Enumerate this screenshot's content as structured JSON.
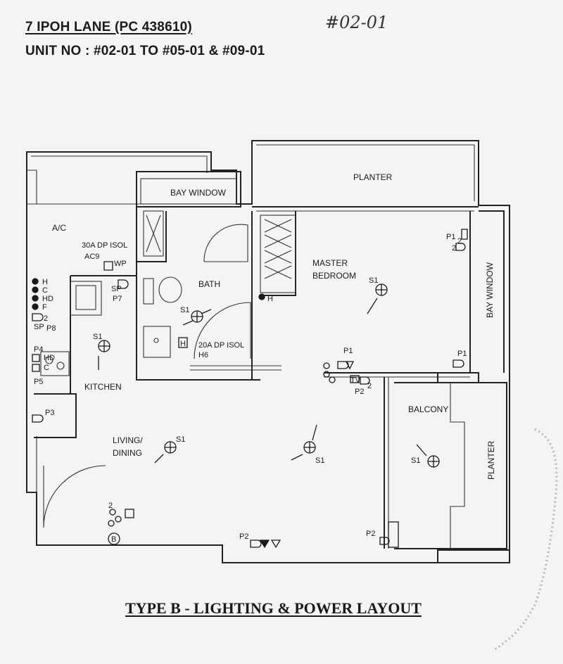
{
  "header": {
    "address": "7 IPOH LANE (PC 438610)",
    "units": "UNIT NO : #02-01 TO #05-01 & #09-01",
    "handwritten": "#02-01"
  },
  "rooms": {
    "bay_window_top": "BAY WINDOW",
    "planter_top": "PLANTER",
    "ac": "A/C",
    "bath": "BATH",
    "master_bedroom_1": "MASTER",
    "master_bedroom_2": "BEDROOM",
    "bay_window_right": "BAY WINDOW",
    "kitchen": "KITCHEN",
    "living_1": "LIVING/",
    "living_2": "DINING",
    "balcony": "BALCONY",
    "planter_right": "PLANTER"
  },
  "annotations": {
    "ac_isol_1": "30A DP ISOL",
    "ac_isol_2": "AC9",
    "wp": "WP",
    "isol_20a_1": "20A DP ISOL",
    "isol_20a_2": "H6",
    "sp_p7_1": "SP",
    "sp_p7_2": "P7",
    "h_bath": "H",
    "h_kit": "H",
    "c_kit": "C",
    "hd_kit": "HD",
    "f_kit": "F",
    "sp_p8_1": "SP",
    "sp_p8_2": "P8",
    "p4": "P4",
    "hd_kit2": "HD",
    "c_kit2": "C",
    "p5": "P5",
    "p3": "P3",
    "p1_a": "P1",
    "p1_b": "P1",
    "p1_c": "P1",
    "p2_a": "P2",
    "p2_b": "P2",
    "p2_c": "P2",
    "tv": "TV",
    "s1_bath": "S1",
    "s1_master": "S1",
    "s1_kitchen": "S1",
    "s1_living": "S1",
    "s1_hall": "S1",
    "s1_balcony": "S1",
    "entry_mark": "B",
    "num_2_a": "2",
    "num_2_b": "2",
    "num_2_c": "2",
    "num_2_d": "2",
    "num_2_e": "2",
    "h_box": "H"
  },
  "footer": {
    "title": "TYPE B - LIGHTING & POWER LAYOUT"
  }
}
